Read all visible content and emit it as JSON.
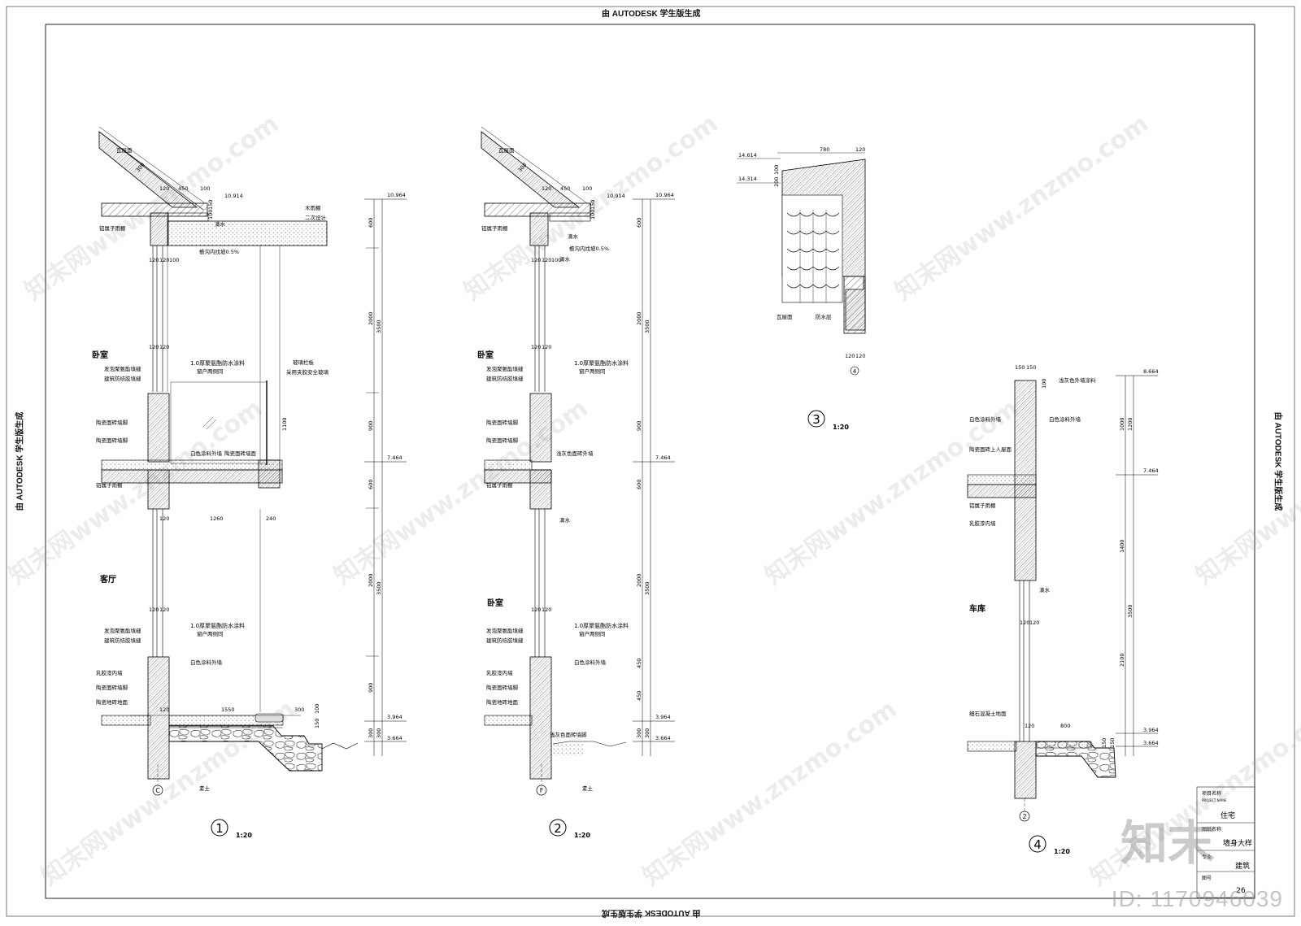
{
  "stamps": {
    "top": "由 AUTODESK 学生版生成",
    "bottom": "由 AUTODESK 学生版生成",
    "left": "由 AUTODESK 学生版生成",
    "right": "由 AUTODESK 学生版生成"
  },
  "watermark": {
    "id": "ID: 1170946039",
    "brand": "知末",
    "site": "知末网www.znzmo.com"
  },
  "section1": {
    "number": "1",
    "scale": "1:20",
    "axis": "C",
    "rooms": {
      "bedroom": "卧室",
      "living": "客厅"
    },
    "roof_label": "瓦屋面",
    "slope_dim": "300",
    "top_dims": [
      "120",
      "450",
      "100"
    ],
    "roof_elev": "10.914",
    "v_dims_small": [
      "100",
      "150"
    ],
    "drip": "滴水",
    "slope_note": "檐沟内找坡0.5%",
    "metal_gutter": "铝属子雨棚",
    "canopy_notes": [
      "木雨棚",
      "二次设计"
    ],
    "wall_dims": [
      "120",
      "120",
      "100"
    ],
    "wall_dims2": [
      "120",
      "120"
    ],
    "waterproof": "1.0厚聚氨酯防水涂料",
    "waterproof_sub": "窗户两侧同",
    "left_notes": [
      "发泡聚氨酯填缝",
      "建筑防结胶填缝",
      "陶瓷面砖墙脚",
      "陶瓷面砖墙脚",
      "铝属子雨棚"
    ],
    "rail_notes": [
      "玻璃栏板",
      "采用夹胶安全玻璃"
    ],
    "rail_h": "1100",
    "white_paint": "白色涂料外墙",
    "tile_face": "陶瓷面砖墙面",
    "floor_dims": [
      "120",
      "1260",
      "240"
    ],
    "lower_notes": [
      "发泡聚氨酯填缝",
      "建筑防结胶填缝",
      "乳胶漆内墙",
      "陶瓷面砖墙脚",
      "陶瓷地砖地面"
    ],
    "lower_waterproof": "1.0厚聚氨酯防水涂料",
    "lower_waterproof_sub": "窗户两侧同",
    "lower_white": "白色涂料外墙",
    "base_dims": [
      "120",
      "1550",
      "300"
    ],
    "step_dims": [
      "150",
      "100"
    ],
    "plain_soil": "素土"
  },
  "elev_column": {
    "top": "10.964",
    "mid": "7.464",
    "low": "3.964",
    "ground": "3.664",
    "dims": [
      "600",
      "2000",
      "3500",
      "900",
      "600",
      "2000",
      "3500",
      "900",
      "300",
      "300"
    ]
  },
  "section2": {
    "number": "2",
    "scale": "1:20",
    "axis": "F",
    "rooms": {
      "bedroom_top": "卧室",
      "bedroom_low": "卧室"
    },
    "roof_label": "瓦屋面",
    "slope_dim": "300",
    "top_dims": [
      "120",
      "450",
      "100"
    ],
    "roof_elev": "10.914",
    "v_dims_small": [
      "100",
      "150"
    ],
    "drip": "滴水",
    "slope_note": "檐沟内找坡0.5%",
    "metal_gutter": "铝属子雨棚",
    "wall_dims": [
      "120",
      "120",
      "100"
    ],
    "wall_dims2": [
      "120",
      "120"
    ],
    "waterproof": "1.0厚聚氨酯防水涂料",
    "waterproof_sub": "窗户两侧同",
    "left_notes": [
      "发泡聚氨酯填缝",
      "建筑防结胶填缝",
      "陶瓷面砖墙脚",
      "陶瓷面砖墙脚",
      "铝属子雨棚"
    ],
    "grey_tile": "浅灰色面砖外墙",
    "drip2": "滴水",
    "lower_notes": [
      "发泡聚氨酯填缝",
      "建筑防结胶填缝",
      "乳胶漆内墙",
      "陶瓷面砖墙脚",
      "陶瓷地砖地面"
    ],
    "lower_white": "白色涂料外墙",
    "grey_base": "浅灰色面砖墙脚",
    "plain_soil": "素土",
    "elevs": {
      "top": "10.964",
      "mid": "7.464",
      "low": "3.964",
      "ground": "3.664"
    },
    "dims": [
      "600",
      "2000",
      "3500",
      "900",
      "600",
      "2000",
      "3500",
      "450",
      "450",
      "300",
      "300"
    ]
  },
  "section3": {
    "number": "3",
    "scale": "1:20",
    "elevs": [
      "14.614",
      "14.314"
    ],
    "dims_top": [
      "780",
      "120"
    ],
    "dims_side": [
      "100",
      "200"
    ],
    "labels": [
      "瓦屋面",
      "防水层"
    ],
    "dims_bottom": [
      "120",
      "120"
    ],
    "ref": "4"
  },
  "section4": {
    "number": "4",
    "scale": "1:20",
    "axis": "2",
    "room": "车库",
    "top_dims": [
      "150",
      "150"
    ],
    "side_dim": "100",
    "notes_right": [
      "浅灰色外墙涂料",
      "白色涂料外墙",
      "滴水"
    ],
    "notes_left": [
      "白色涂料外墙",
      "陶瓷面砖上人屋面",
      "铝属子雨棚",
      "乳胶漆内墙",
      "细石混凝土地面"
    ],
    "wall_dims": [
      "120",
      "120"
    ],
    "base_dims": [
      "120",
      "800"
    ],
    "step_dims": [
      "150",
      "150"
    ],
    "elevs": {
      "top": "8.664",
      "mid": "7.464",
      "low": "3.964",
      "ground": "3.664"
    },
    "dims": [
      "1000",
      "1200",
      "1400",
      "3500",
      "2100"
    ]
  },
  "title_block": {
    "project_label": "项目名称",
    "project_label_en": "PROJECT NAME",
    "project": "住宅",
    "drawing_label": "图纸名称",
    "drawing": "墙身大样",
    "discipline_label": "专业",
    "discipline": "建筑",
    "sheet_label": "图号",
    "sheet_no": "26"
  }
}
